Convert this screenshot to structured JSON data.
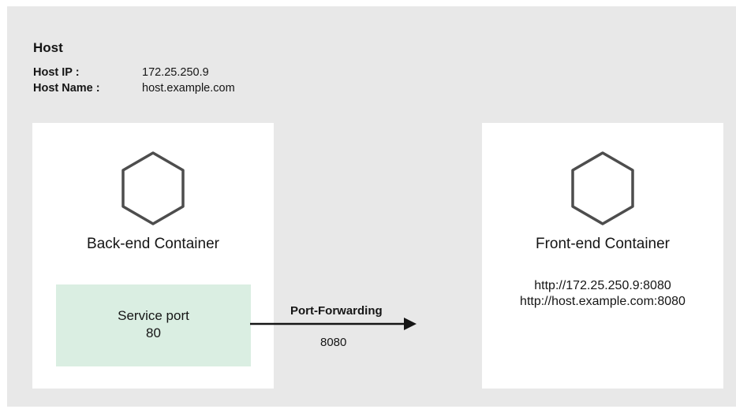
{
  "host": {
    "title": "Host",
    "ip_label": "Host IP :",
    "ip_value": "172.25.250.9",
    "name_label": "Host Name :",
    "name_value": "host.example.com"
  },
  "backend": {
    "title": "Back-end Container",
    "service_label": "Service port",
    "service_port": "80"
  },
  "frontend": {
    "title": "Front-end Container",
    "urls": [
      "http://172.25.250.9:8080",
      "http://host.example.com:8080"
    ]
  },
  "forwarding": {
    "label": "Port-Forwarding",
    "port": "8080"
  },
  "colors": {
    "host_background": "#e8e8e8",
    "container_background": "#ffffff",
    "service_port_background": "#daeee2",
    "hexagon_stroke": "#4d4d4d",
    "arrow": "#151515"
  },
  "icons": {
    "container": "hexagon-icon",
    "forwarding": "arrow-right-icon"
  }
}
